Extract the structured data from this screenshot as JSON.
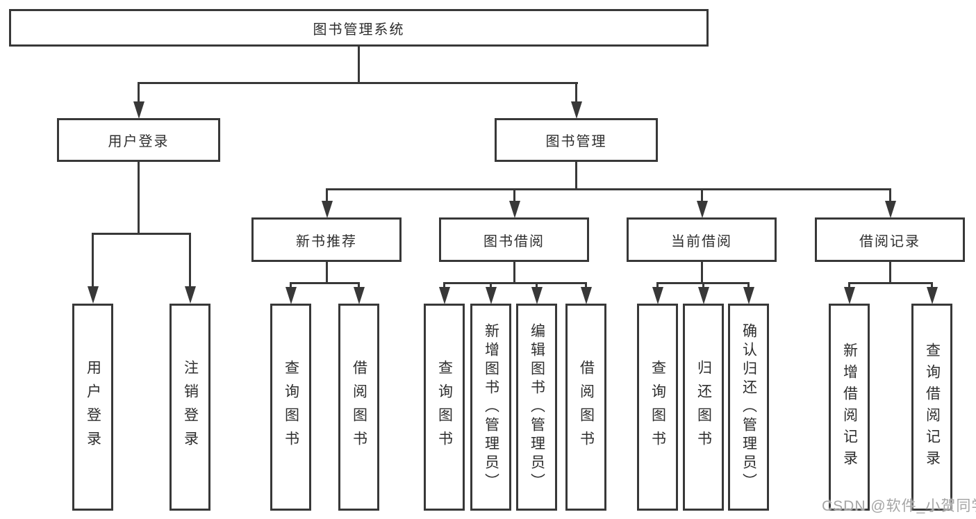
{
  "tree": {
    "root": {
      "label": "图书管理系统"
    },
    "user_login": {
      "label": "用户登录",
      "children": [
        "用户登录",
        "注销登录"
      ]
    },
    "book_mgmt": {
      "label": "图书管理"
    },
    "new_books": {
      "label": "新书推荐",
      "children": [
        "查询图书",
        "借阅图书"
      ]
    },
    "book_borrow": {
      "label": "图书借阅",
      "children": [
        "查询图书",
        "新增图书（管理员）",
        "编辑图书（管理员）",
        "借阅图书"
      ]
    },
    "current_borrow": {
      "label": "当前借阅",
      "children": [
        "查询图书",
        "归还图书",
        "确认归还（管理员）"
      ]
    },
    "borrow_records": {
      "label": "借阅记录",
      "children": [
        "新增借阅记录",
        "查询借阅记录"
      ]
    }
  },
  "watermark": {
    "text": "CSDN @软件_小贺同学"
  },
  "colors": {
    "line": "#383838",
    "text": "#2e2e2e",
    "watermark": "#989898",
    "background": "#ffffff"
  }
}
